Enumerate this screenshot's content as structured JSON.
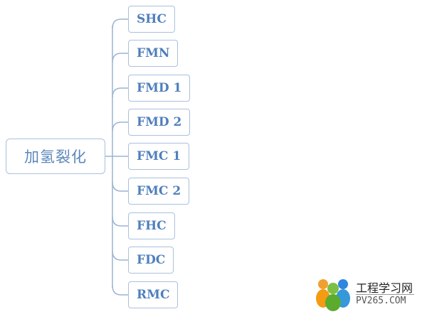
{
  "diagram": {
    "root": {
      "label": "加氢裂化"
    },
    "children": [
      {
        "label": "SHC"
      },
      {
        "label": "FMN"
      },
      {
        "label": "FMD 1"
      },
      {
        "label": "FMD 2"
      },
      {
        "label": "FMC 1"
      },
      {
        "label": "FMC 2"
      },
      {
        "label": "FHC"
      },
      {
        "label": "FDC"
      },
      {
        "label": "RMC"
      }
    ]
  },
  "watermark": {
    "title": "工程学习网",
    "url": "PV265.COM"
  },
  "colors": {
    "node_border": "#a9c1de",
    "node_text": "#4f7fbc",
    "connector": "#9bb4d3"
  }
}
